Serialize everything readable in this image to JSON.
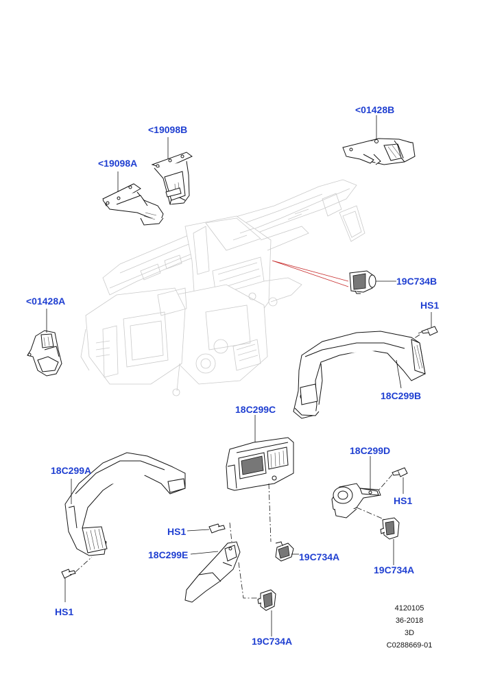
{
  "callouts": {
    "c01428B": "<01428B",
    "c19098B": "<19098B",
    "c19098A": "<19098A",
    "c19C734B": "19C734B",
    "c01428A": "<01428A",
    "cHS1_top": "HS1",
    "c18C299B": "18C299B",
    "c18C299C": "18C299C",
    "c18C299D": "18C299D",
    "c18C299A": "18C299A",
    "cHS1_right": "HS1",
    "cHS1_mid": "HS1",
    "c18C299E": "18C299E",
    "c19C734A_mid": "19C734A",
    "c19C734A_right": "19C734A",
    "cHS1_bottom": "HS1",
    "c19C734A_bottom": "19C734A"
  },
  "meta": {
    "line1": "4120105",
    "line2": "36-2018",
    "line3": "3D",
    "line4": "C0288669-01"
  },
  "colors": {
    "callout": "#1f3fd1",
    "leader_red": "#c62828"
  }
}
